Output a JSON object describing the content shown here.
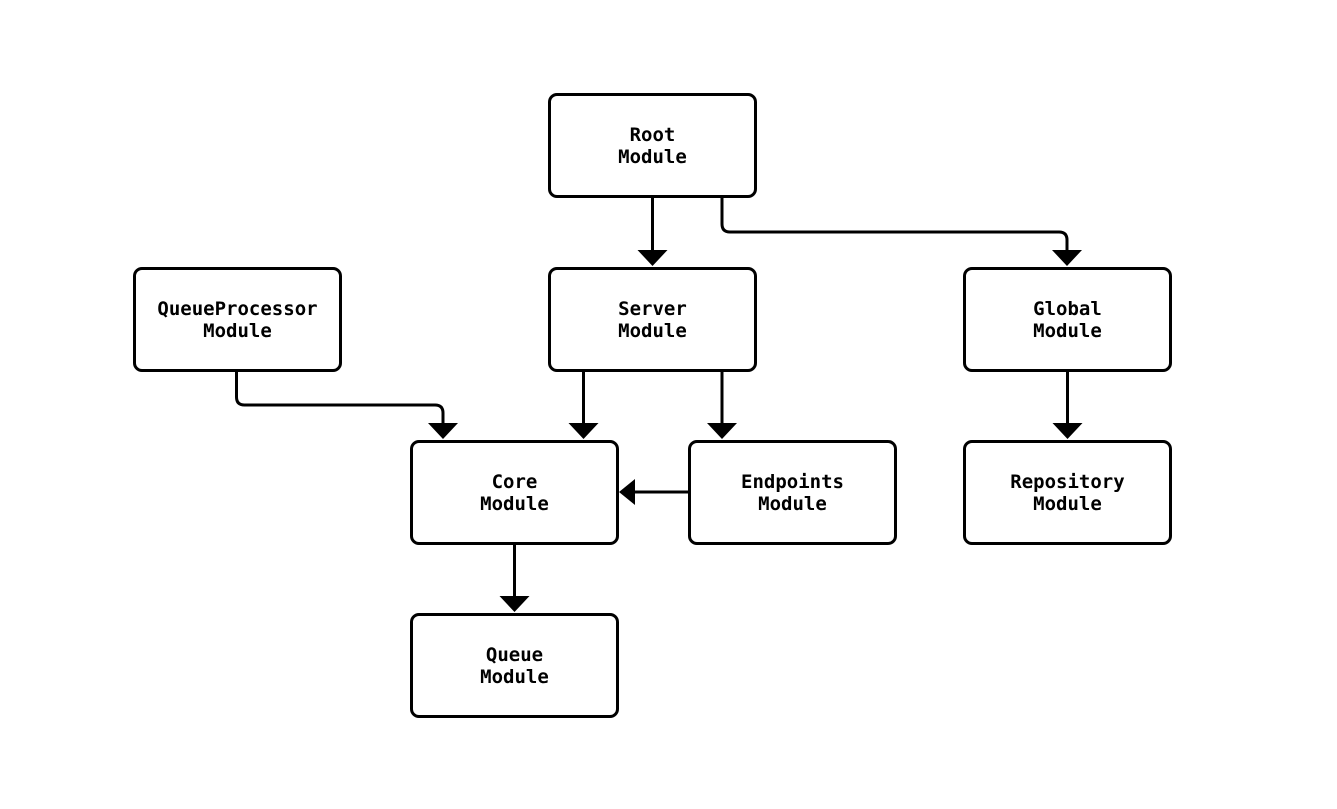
{
  "diagram": {
    "title": "module dependency flowchart",
    "background_color": "#ffffff",
    "node_fill_color": "#ffffff",
    "node_border_color": "#000000",
    "edge_color": "#000000",
    "text_color": "#000000"
  },
  "nodes": {
    "root": {
      "label": "Root\nModule"
    },
    "queueprocessor": {
      "label": "QueueProcessor\nModule"
    },
    "server": {
      "label": "Server\nModule"
    },
    "global": {
      "label": "Global\nModule"
    },
    "core": {
      "label": "Core\nModule"
    },
    "endpoints": {
      "label": "Endpoints\nModule"
    },
    "repository": {
      "label": "Repository\nModule"
    },
    "queue": {
      "label": "Queue\nModule"
    }
  },
  "edges": [
    {
      "from": "Root Module",
      "to": "Server Module"
    },
    {
      "from": "Root Module",
      "to": "Global Module"
    },
    {
      "from": "QueueProcessor Module",
      "to": "Core Module"
    },
    {
      "from": "Server Module",
      "to": "Core Module"
    },
    {
      "from": "Server Module",
      "to": "Endpoints Module"
    },
    {
      "from": "Global Module",
      "to": "Repository Module"
    },
    {
      "from": "Endpoints Module",
      "to": "Core Module"
    },
    {
      "from": "Core Module",
      "to": "Queue Module"
    }
  ]
}
